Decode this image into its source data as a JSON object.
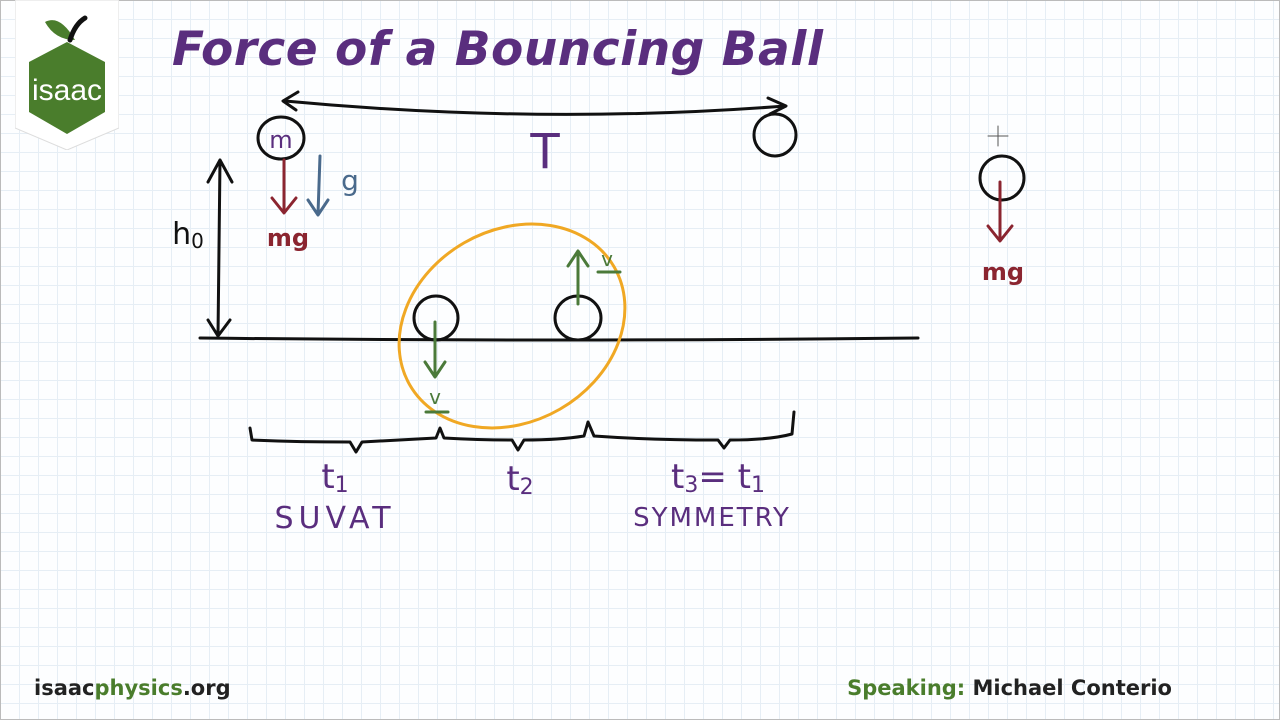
{
  "logo": {
    "text": "isaac"
  },
  "title": "Force of a Bouncing Ball",
  "diagram": {
    "mass_label": "m",
    "gravity_label": "g",
    "weight_label": "mg",
    "height_label": "h",
    "height_subscript": "0",
    "period_label": "T",
    "velocity_label": "v",
    "t1": "t",
    "t1_sub": "1",
    "t2": "t",
    "t2_sub": "2",
    "t3": "t",
    "t3_sub": "3",
    "t3_eq": "= t",
    "t3_eq_sub": "1",
    "suvat": "SUVAT",
    "symmetry": "SYMMETRY"
  },
  "colors": {
    "title": "#5a2e7e",
    "brand_green": "#4a7d2c",
    "force_red": "#8b2530",
    "gravity_blue": "#4a6a8c",
    "velocity_green": "#4b7a3a",
    "highlight_orange": "#f0a824"
  },
  "footer": {
    "site_prefix": "isaac",
    "site_mid": "physics",
    "site_suffix": ".org",
    "speaking_label": "Speaking:",
    "speaker": "Michael Conterio"
  }
}
